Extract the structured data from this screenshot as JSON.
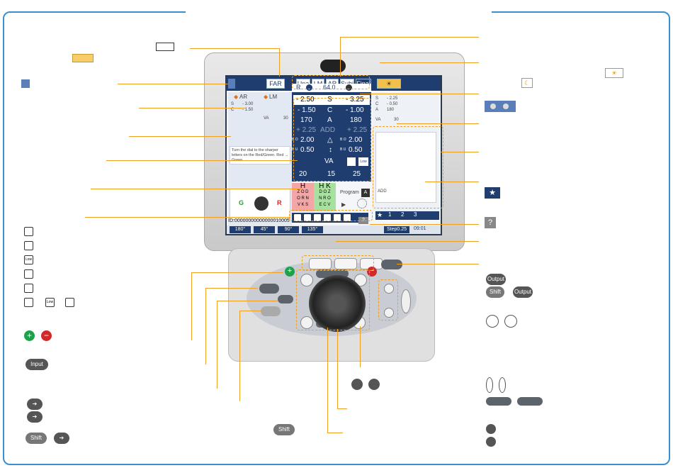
{
  "screen": {
    "top_left_tab": "FAR",
    "mode_tabs": [
      "Una",
      "LM",
      "AR",
      "Subj",
      "Final"
    ],
    "pd_label": "R",
    "pd_value": "64.0",
    "ar_label": "AR",
    "lm_label": "LM",
    "left_lm_values": [
      {
        "k": "S",
        "v": "- 3.00"
      },
      {
        "k": "C",
        "v": "- 1.50"
      }
    ],
    "va_label": "VA",
    "va_value": "30",
    "right_lm_values": [
      {
        "k": "S",
        "v": "- 2.25"
      },
      {
        "k": "C",
        "v": "- 0.50"
      },
      {
        "k": "A",
        "v": "180"
      }
    ],
    "right_va_label": "VA",
    "right_va_value": "30",
    "message": "Turn the dial to the sharper letters on the Red/Green. Red → Green →",
    "main": {
      "sphere_r": "- 2.50",
      "sphere_label": "S",
      "sphere_l": "- 3.25",
      "cyl_r": "- 1.50",
      "cyl_label": "C",
      "cyl_l": "- 1.00",
      "axis_r": "170",
      "axis_label": "A",
      "axis_l": "180",
      "add_r": "+ 2.25",
      "add_label": "ADD",
      "add_l": "+ 2.25",
      "prism_h_r": "2.00",
      "prism_h_l": "2.00",
      "prism_v_r": "0.50",
      "prism_v_l": "0.50",
      "va_label": "VA",
      "va_values": [
        "20",
        "15",
        "25"
      ],
      "bo": "B O",
      "bu": "B U",
      "low": "Low"
    },
    "chart_letters_red": [
      "H",
      "Z O D",
      "O R N",
      "V K S"
    ],
    "chart_letters_green": [
      "H K",
      "D O Z",
      "N R O",
      "E C V"
    ],
    "program_label": "Program",
    "program_badge": "A",
    "prog_pages": [
      "1",
      "2",
      "3"
    ],
    "add_label": "ADD",
    "id_line": "ID:00000000000000010005",
    "status": [
      "180°",
      "45°",
      "90°",
      "135°"
    ],
    "step": "Step0.25",
    "time": "09:01",
    "gr_g": "G",
    "gr_r": "R",
    "help_q": "?"
  },
  "legend": {
    "plus": "+",
    "minus": "−",
    "input": "Input",
    "shift": "Shift",
    "output": "Output",
    "low": "Low",
    "star": "★",
    "help": "?"
  }
}
